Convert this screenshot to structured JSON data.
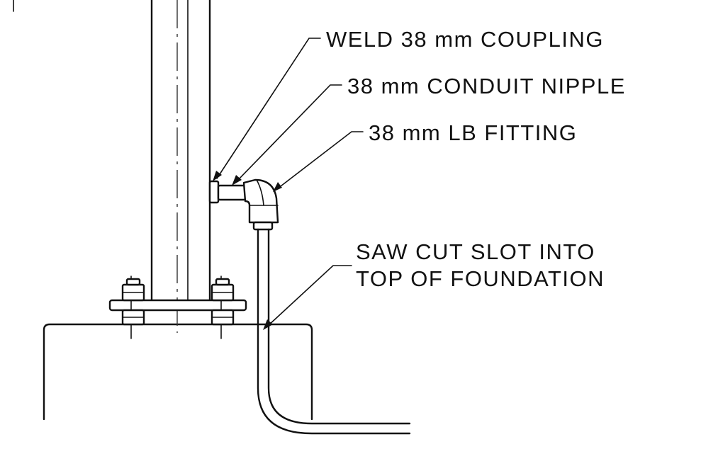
{
  "callouts": {
    "coupling": "WELD 38 mm COUPLING",
    "nipple": "38 mm CONDUIT NIPPLE",
    "lb_fitting": "38 mm LB FITTING",
    "slot_line1": "SAW CUT SLOT INTO",
    "slot_line2": "TOP OF FOUNDATION"
  }
}
